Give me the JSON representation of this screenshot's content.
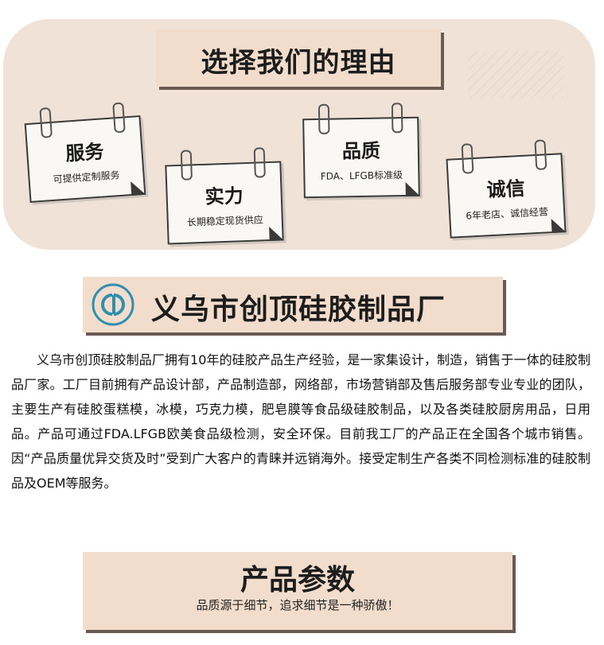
{
  "reasons": {
    "title": "选择我们的理由",
    "items": [
      {
        "title": "服务",
        "sub": "可提供定制服务"
      },
      {
        "title": "实力",
        "sub": "长期稳定现货供应"
      },
      {
        "title": "品质",
        "sub": "FDA、LFGB标准级"
      },
      {
        "title": "诚信",
        "sub": "6年老店、诚信经营"
      }
    ]
  },
  "company": {
    "name": "义乌市创顶硅胶制品厂",
    "logo_text": "CD",
    "logo_color": "#2f8fb0",
    "description": "义乌市创顶硅胶制品厂拥有10年的硅胶产品生产经验，是一家集设计，制造，销售于一体的硅胶制品厂家。工厂目前拥有产品设计部，产品制造部，网络部，市场营销部及售后服务部专业专业的团队，主要生产有硅胶蛋糕模，冰模，巧克力模，肥皂膜等食品级硅胶制品，以及各类硅胶厨房用品，日用品。产品可通过FDA.LFGB欧美食品级检测，安全环保。目前我工厂的产品正在全国各个城市销售。因“产品质量优异交货及时”受到广大客户的青睐并远销海外。接受定制生产各类不同检测标准的硅胶制品及OEM等服务。"
  },
  "params": {
    "title": "产品参数",
    "subtitle": "品质源于细节，追求细节是一种骄傲！"
  }
}
